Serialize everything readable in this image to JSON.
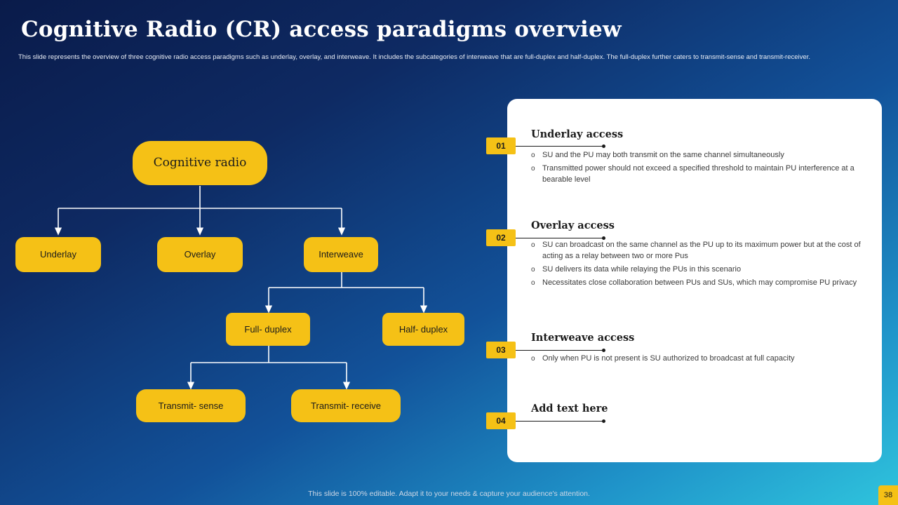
{
  "header": {
    "title": "Cognitive Radio (CR) access paradigms overview",
    "subtitle": "This slide represents the overview of three cognitive radio access paradigms such as underlay, overlay, and interweave. It includes the subcategories of interweave that are full-duplex and half-duplex. The full-duplex further caters to transmit-sense and transmit-receiver."
  },
  "diagram": {
    "root": "Cognitive radio",
    "level2": [
      "Underlay",
      "Overlay",
      "Interweave"
    ],
    "level3": [
      "Full- duplex",
      "Half- duplex"
    ],
    "level4": [
      "Transmit- sense",
      "Transmit- receive"
    ]
  },
  "panel": {
    "sections": [
      {
        "number": "01",
        "title": "Underlay access",
        "bullets": [
          "SU and the PU may both transmit on the same channel simultaneously",
          "Transmitted power should not exceed a specified threshold to maintain PU interference at a bearable level"
        ]
      },
      {
        "number": "02",
        "title": "Overlay access",
        "bullets": [
          "SU can broadcast on the same channel as the PU up to its maximum power but at the cost of acting as a relay between two or more Pus",
          "SU delivers its data while relaying the PUs in this scenario",
          "Necessitates close collaboration between PUs and SUs, which may compromise PU privacy"
        ]
      },
      {
        "number": "03",
        "title": "Interweave access",
        "bullets": [
          "Only when PU is not present is SU authorized to broadcast at full capacity"
        ]
      },
      {
        "number": "04",
        "title": "Add text here",
        "bullets": []
      }
    ],
    "bullet_marker": "o"
  },
  "footer": {
    "note": "This slide is 100% editable. Adapt it to your needs & capture your audience's attention.",
    "page": "38"
  },
  "colors": {
    "accent": "#f5c116",
    "panel_bg": "#ffffff",
    "text_dark": "#1b1b1b"
  }
}
